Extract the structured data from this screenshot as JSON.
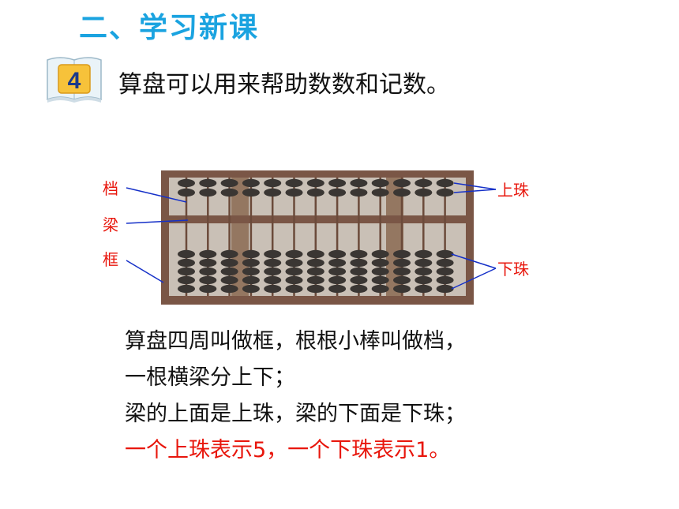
{
  "header": {
    "title": "二、学习新课"
  },
  "badge": {
    "number": "4"
  },
  "intro": {
    "text": "算盘可以用来帮助数数和记数。"
  },
  "abacus": {
    "labels": {
      "rod": "档",
      "beam": "梁",
      "frame": "框",
      "upper_bead": "上珠",
      "lower_bead": "下珠"
    },
    "rod_count": 13,
    "colors": {
      "frame": "#7A5646",
      "inner": "#C9C0B6",
      "band": "#8B6A52",
      "bead": "#3A3633",
      "label": "#E8160C",
      "line": "#1530C8"
    }
  },
  "content": {
    "line1": "算盘四周叫做框，根根小棒叫做档，",
    "line2": "一根横梁分上下；",
    "line3": "梁的上面是上珠，梁的下面是下珠；",
    "line4": "一个上珠表示5，一个下珠表示1。"
  },
  "colors": {
    "title": "#1AA3E0",
    "highlight": "#E8160C"
  }
}
